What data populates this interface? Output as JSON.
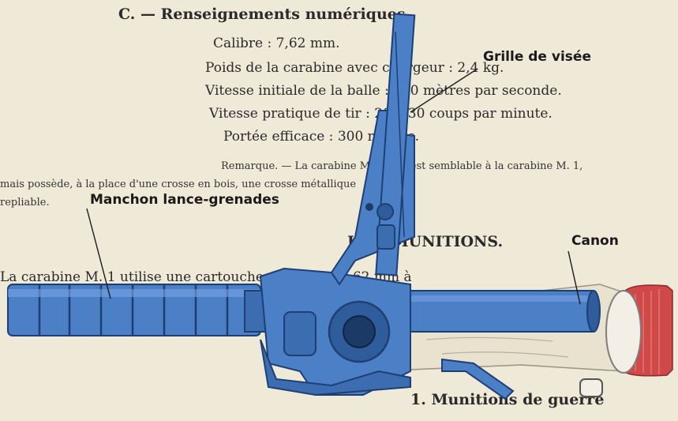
{
  "background_text": {
    "section_c_heading": "C. — Renseignements numériques.",
    "caliber": "Calibre : 7,62 mm.",
    "weight": "Poids de la carabine avec chargeur : 2,4 kg.",
    "velocity": "Vitesse initiale de la balle : 580 mètres par seconde.",
    "rate": "Vitesse pratique de tir : 20 à 30 coups par minute.",
    "range": "Portée efficace : 300 mètres.",
    "remark_1": "Remarque. — La carabine M. 1 A. 1 est semblable à la carabine M. 1,",
    "remark_2": "mais possède, à la place d'une crosse en bois, une crosse métallique",
    "remark_3": "repliable.",
    "section_ii_heading": "II. — MUNITIONS.",
    "munitions_text": "La carabine M. 1 utilise une cartouche de calibre 7,62 mm à",
    "ammo_heading": "1. Munitions de guerre"
  },
  "labels": {
    "sight": "Grille de visée",
    "sleeve": "Manchon lance-grenades",
    "barrel": "Canon"
  },
  "colors": {
    "paper": "#efe9d8",
    "metal_blue": "#4b7fc6",
    "metal_dark": "#2f5c9a",
    "wood": "#e9e2cf",
    "muzzle_red": "#d04848"
  }
}
